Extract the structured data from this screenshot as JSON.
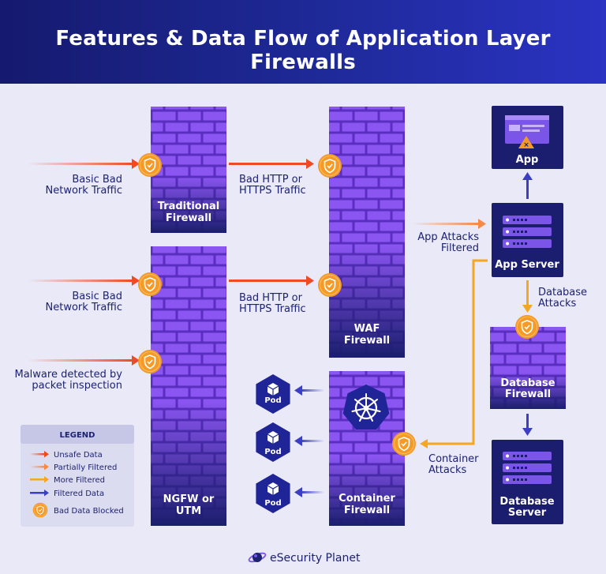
{
  "title": "Features & Data Flow of Application Layer Firewalls",
  "colors": {
    "unsafe": "#ee4a24",
    "partial": "#f48a4a",
    "more": "#f5a623",
    "filtered": "#3b3fc4",
    "blocked": "#f59a24",
    "wall": "#8a4ef0",
    "node": "#1b1e6e"
  },
  "firewalls": {
    "traditional": [
      "Traditional",
      "Firewall"
    ],
    "ngfw": [
      "NGFW or",
      "UTM"
    ],
    "waf": [
      "WAF",
      "Firewall"
    ],
    "container": [
      "Container",
      "Firewall"
    ]
  },
  "nodes": {
    "app": "App",
    "app_server": "App Server",
    "database_firewall": [
      "Database",
      "Firewall"
    ],
    "database_server": [
      "Database",
      "Server"
    ]
  },
  "flows": {
    "basic1": [
      "Basic Bad",
      "Network Traffic"
    ],
    "basic2": [
      "Basic Bad",
      "Network Traffic"
    ],
    "malware": [
      "Malware detected by",
      "packet inspection"
    ],
    "http1": [
      "Bad HTTP or",
      "HTTPS Traffic"
    ],
    "http2": [
      "Bad HTTP or",
      "HTTPS Traffic"
    ],
    "app_attacks": [
      "App Attacks",
      "Filtered"
    ],
    "db_attacks": [
      "Database",
      "Attacks"
    ],
    "container_attacks": [
      "Container",
      "Attacks"
    ]
  },
  "pods": [
    "Pod",
    "Pod",
    "Pod"
  ],
  "legend": {
    "title": "LEGEND",
    "items": [
      {
        "label": "Unsafe Data",
        "kind": "unsafe"
      },
      {
        "label": "Partially Filtered",
        "kind": "partial"
      },
      {
        "label": "More Filtered",
        "kind": "more"
      },
      {
        "label": "Filtered Data",
        "kind": "filtered"
      },
      {
        "label": "Bad Data Blocked",
        "kind": "blocked"
      }
    ]
  },
  "brand": "eSecurity Planet"
}
